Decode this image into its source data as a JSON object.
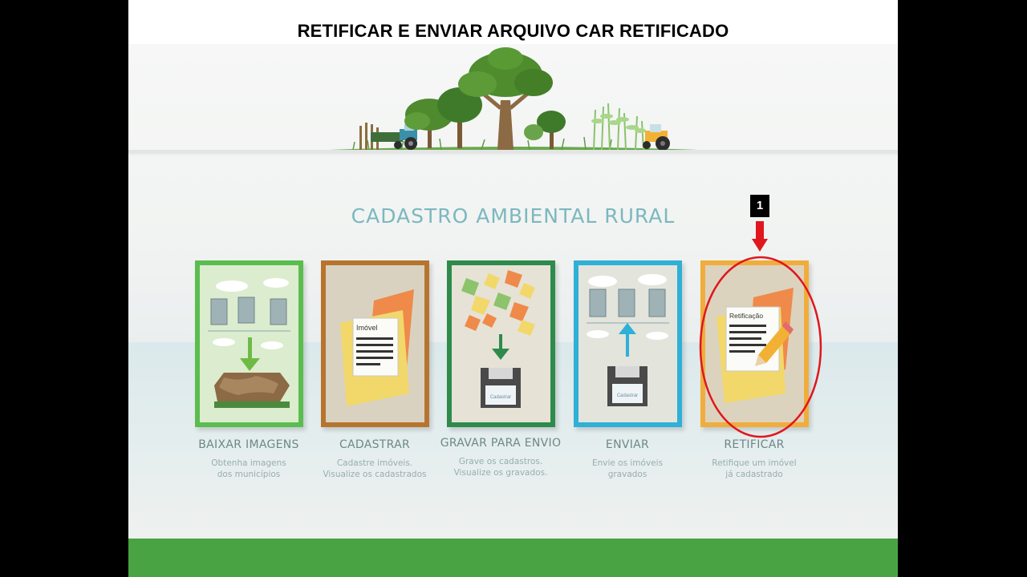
{
  "slide": {
    "title": "RETIFICAR E ENVIAR ARQUIVO CAR RETIFICADO"
  },
  "app": {
    "title": "CADASTRO AMBIENTAL RURAL",
    "cards": [
      {
        "id": "baixar",
        "label": "BAIXAR IMAGENS",
        "desc1": "Obtenha imagens",
        "desc2": "dos municípios",
        "color": "#5bbd4f"
      },
      {
        "id": "cadastrar",
        "label": "CADASTRAR",
        "desc1": "Cadastre imóveis.",
        "desc2": "Visualize os cadastrados",
        "color": "#b7742f",
        "doc_title": "Imóvel"
      },
      {
        "id": "gravar",
        "label": "GRAVAR PARA ENVIO",
        "desc1": "Grave os cadastros.",
        "desc2": "Visualize os gravados.",
        "color": "#2e8b4b",
        "disk_label": "Cadastrar"
      },
      {
        "id": "enviar",
        "label": "ENVIAR",
        "desc1": "Envie os imóveis",
        "desc2": "gravados",
        "color": "#2fb0d6",
        "disk_label": "Cadastrar"
      },
      {
        "id": "retificar",
        "label": "RETIFICAR",
        "desc1": "Retifique um imóvel",
        "desc2": "já cadastrado",
        "color": "#f0ad3c",
        "doc_title": "Retificação"
      }
    ]
  },
  "annotation": {
    "step_number": "1",
    "highlight_color": "#e0171c"
  }
}
